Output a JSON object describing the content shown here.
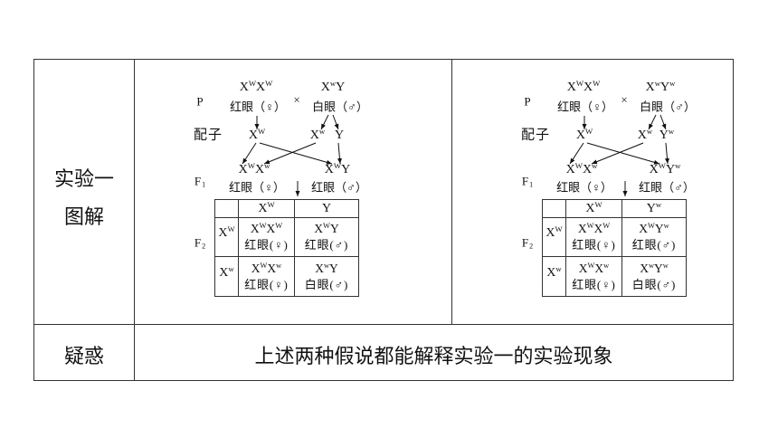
{
  "table": {
    "row1_label": [
      "实验一",
      "图解"
    ],
    "row2_label": "疑惑",
    "row2_text": "上述两种假说都能解释实验一的实验现象"
  },
  "diagrams": [
    {
      "labels": {
        "p": {
          "base": "P"
        },
        "gametes": "配子",
        "f1": {
          "base": "F",
          "sub": "1"
        },
        "f2": {
          "base": "F",
          "sub": "2"
        }
      },
      "cross_symbol": "×",
      "p_female": {
        "genotype": [
          {
            "b": "X",
            "s": "W"
          },
          {
            "b": "X",
            "s": "W"
          }
        ],
        "phenotype": "红眼（♀）"
      },
      "p_male": {
        "genotype": [
          {
            "b": "X",
            "s": "w"
          },
          {
            "b": "Y"
          }
        ],
        "phenotype": "白眼（♂）"
      },
      "gametes_female": [
        [
          {
            "b": "X",
            "s": "W"
          }
        ]
      ],
      "gametes_male": [
        [
          {
            "b": "X",
            "s": "w"
          }
        ],
        [
          {
            "b": "Y"
          }
        ]
      ],
      "f1_female": {
        "genotype": [
          {
            "b": "X",
            "s": "W"
          },
          {
            "b": "X",
            "s": "w"
          }
        ],
        "phenotype": "红眼（♀）"
      },
      "f1_male": {
        "genotype": [
          {
            "b": "X",
            "s": "W"
          },
          {
            "b": "Y"
          }
        ],
        "phenotype": "红眼（♂）"
      },
      "punnett": {
        "columns": [
          [
            {
              "b": "X",
              "s": "W"
            }
          ],
          [
            {
              "b": "Y"
            }
          ]
        ],
        "rows": [
          {
            "header": [
              {
                "b": "X",
                "s": "W"
              }
            ],
            "cells": [
              {
                "genotype": [
                  {
                    "b": "X",
                    "s": "W"
                  },
                  {
                    "b": "X",
                    "s": "W"
                  }
                ],
                "phenotype": "红眼(♀)"
              },
              {
                "genotype": [
                  {
                    "b": "X",
                    "s": "W"
                  },
                  {
                    "b": "Y"
                  }
                ],
                "phenotype": "红眼(♂)"
              }
            ]
          },
          {
            "header": [
              {
                "b": "X",
                "s": "w"
              }
            ],
            "cells": [
              {
                "genotype": [
                  {
                    "b": "X",
                    "s": "W"
                  },
                  {
                    "b": "X",
                    "s": "w"
                  }
                ],
                "phenotype": "红眼(♀)"
              },
              {
                "genotype": [
                  {
                    "b": "X",
                    "s": "w"
                  },
                  {
                    "b": "Y"
                  }
                ],
                "phenotype": "白眼(♂)"
              }
            ]
          }
        ]
      }
    },
    {
      "labels": {
        "p": {
          "base": "P"
        },
        "gametes": "配子",
        "f1": {
          "base": "F",
          "sub": "1"
        },
        "f2": {
          "base": "F",
          "sub": "2"
        }
      },
      "cross_symbol": "×",
      "p_female": {
        "genotype": [
          {
            "b": "X",
            "s": "W"
          },
          {
            "b": "X",
            "s": "W"
          }
        ],
        "phenotype": "红眼（♀）"
      },
      "p_male": {
        "genotype": [
          {
            "b": "X",
            "s": "w"
          },
          {
            "b": "Y",
            "s": "w"
          }
        ],
        "phenotype": "白眼（♂）"
      },
      "gametes_female": [
        [
          {
            "b": "X",
            "s": "W"
          }
        ]
      ],
      "gametes_male": [
        [
          {
            "b": "X",
            "s": "w"
          }
        ],
        [
          {
            "b": "Y",
            "s": "w"
          }
        ]
      ],
      "f1_female": {
        "genotype": [
          {
            "b": "X",
            "s": "W"
          },
          {
            "b": "X",
            "s": "w"
          }
        ],
        "phenotype": "红眼（♀）"
      },
      "f1_male": {
        "genotype": [
          {
            "b": "X",
            "s": "W"
          },
          {
            "b": "Y",
            "s": "w"
          }
        ],
        "phenotype": "红眼（♂）"
      },
      "punnett": {
        "columns": [
          [
            {
              "b": "X",
              "s": "W"
            }
          ],
          [
            {
              "b": "Y",
              "s": "w"
            }
          ]
        ],
        "rows": [
          {
            "header": [
              {
                "b": "X",
                "s": "W"
              }
            ],
            "cells": [
              {
                "genotype": [
                  {
                    "b": "X",
                    "s": "W"
                  },
                  {
                    "b": "X",
                    "s": "W"
                  }
                ],
                "phenotype": "红眼(♀)"
              },
              {
                "genotype": [
                  {
                    "b": "X",
                    "s": "W"
                  },
                  {
                    "b": "Y",
                    "s": "w"
                  }
                ],
                "phenotype": "红眼(♂)"
              }
            ]
          },
          {
            "header": [
              {
                "b": "X",
                "s": "w"
              }
            ],
            "cells": [
              {
                "genotype": [
                  {
                    "b": "X",
                    "s": "W"
                  },
                  {
                    "b": "X",
                    "s": "w"
                  }
                ],
                "phenotype": "红眼(♀)"
              },
              {
                "genotype": [
                  {
                    "b": "X",
                    "s": "w"
                  },
                  {
                    "b": "Y",
                    "s": "w"
                  }
                ],
                "phenotype": "白眼(♂)"
              }
            ]
          }
        ]
      }
    }
  ]
}
